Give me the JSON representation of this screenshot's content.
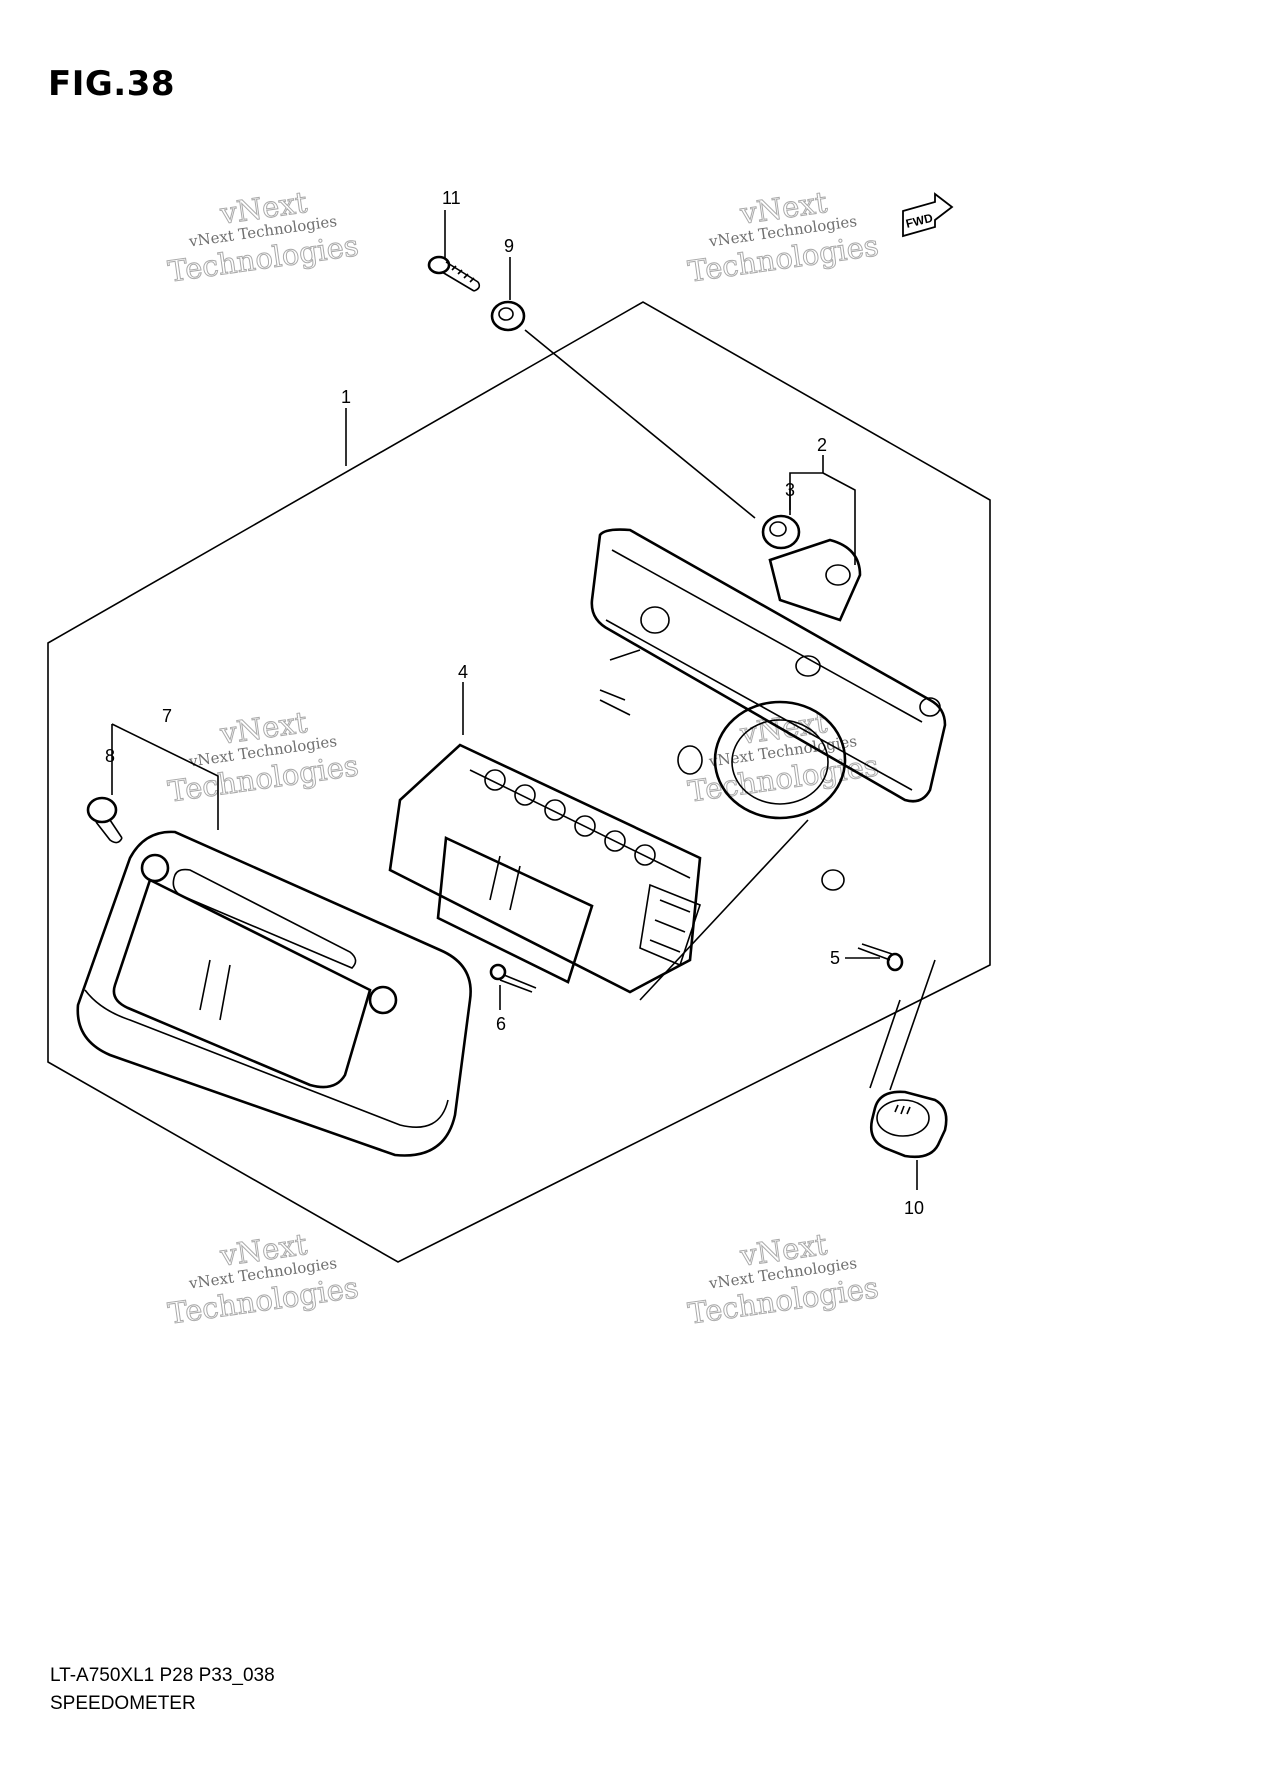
{
  "figure": {
    "title": "FIG.38",
    "part_code": "LT-A750XL1 P28 P33_038",
    "section_name": "SPEEDOMETER"
  },
  "direction_badge": "FWD",
  "callouts": [
    {
      "number": "1"
    },
    {
      "number": "2"
    },
    {
      "number": "3"
    },
    {
      "number": "4"
    },
    {
      "number": "5"
    },
    {
      "number": "6"
    },
    {
      "number": "7"
    },
    {
      "number": "8"
    },
    {
      "number": "9"
    },
    {
      "number": "10"
    },
    {
      "number": "11"
    }
  ],
  "watermark": {
    "line1": "vNext Technologies",
    "line2": "vNext",
    "line3": "Technologies"
  }
}
